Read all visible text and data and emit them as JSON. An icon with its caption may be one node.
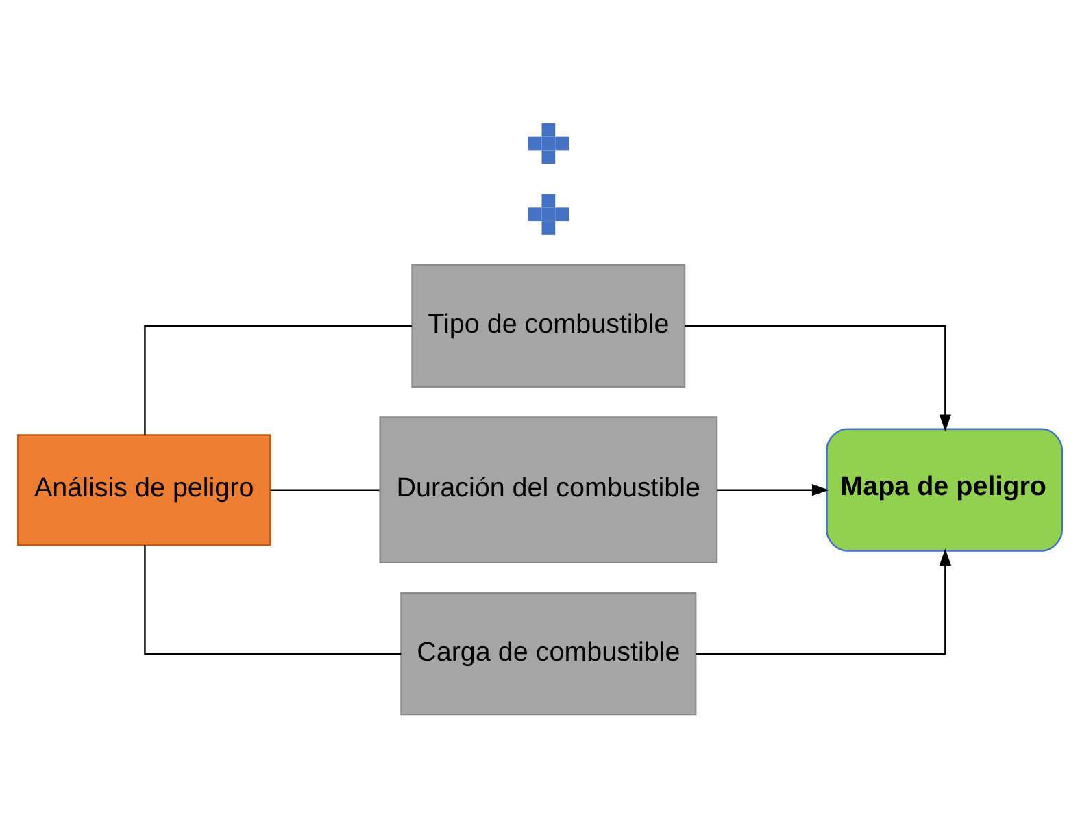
{
  "diagram": {
    "nodes": [
      {
        "text": [
          "Análisis de peligro"
        ]
      },
      {
        "text": [
          "Tipo de combustible"
        ]
      },
      {
        "text": [],
        "shape": "cross"
      },
      {
        "text": [
          "Duración del combustible"
        ]
      },
      {
        "text": [],
        "shape": "cross"
      },
      {
        "text": [
          "Carga de combustible"
        ]
      },
      {
        "text": [
          "Mapa de peligro"
        ]
      }
    ],
    "edges": [
      {
        "from": 0,
        "to": 1,
        "arrow": "none"
      },
      {
        "from": 0,
        "to": 3,
        "arrow": "none"
      },
      {
        "from": 0,
        "to": 5,
        "arrow": "none"
      },
      {
        "from": 1,
        "to": 6,
        "arrow": "to"
      },
      {
        "from": 3,
        "to": 6,
        "arrow": "to"
      },
      {
        "from": 5,
        "to": 6,
        "arrow": "to"
      }
    ]
  }
}
